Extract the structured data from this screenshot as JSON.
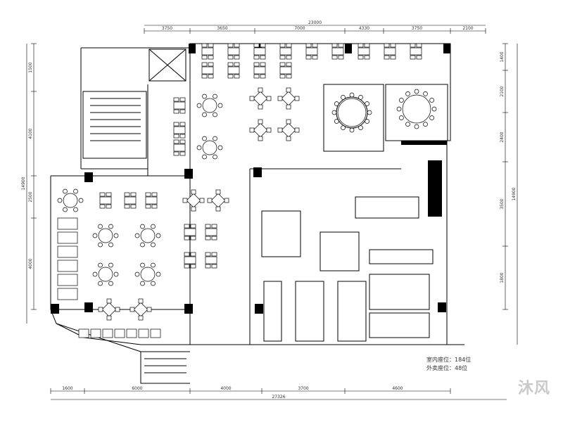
{
  "dimensions": {
    "top": [
      "3750",
      "3650",
      "7000",
      "4330",
      "3750",
      "2100"
    ],
    "top_overall": "23000",
    "bottom": [
      "1600",
      "6000",
      "4000",
      "3700",
      "4600"
    ],
    "bottom_overall": "27326",
    "left": [
      "1500",
      "4100",
      "2500",
      "4000"
    ],
    "left_overall": "14900",
    "right": [
      "1400",
      "2100",
      "2400",
      "3500",
      "1800"
    ],
    "right_overall": "14900"
  },
  "seat_notes": {
    "line1": "室内座位：184位",
    "line2": "外卖座位：48位"
  },
  "watermark": "沐风"
}
